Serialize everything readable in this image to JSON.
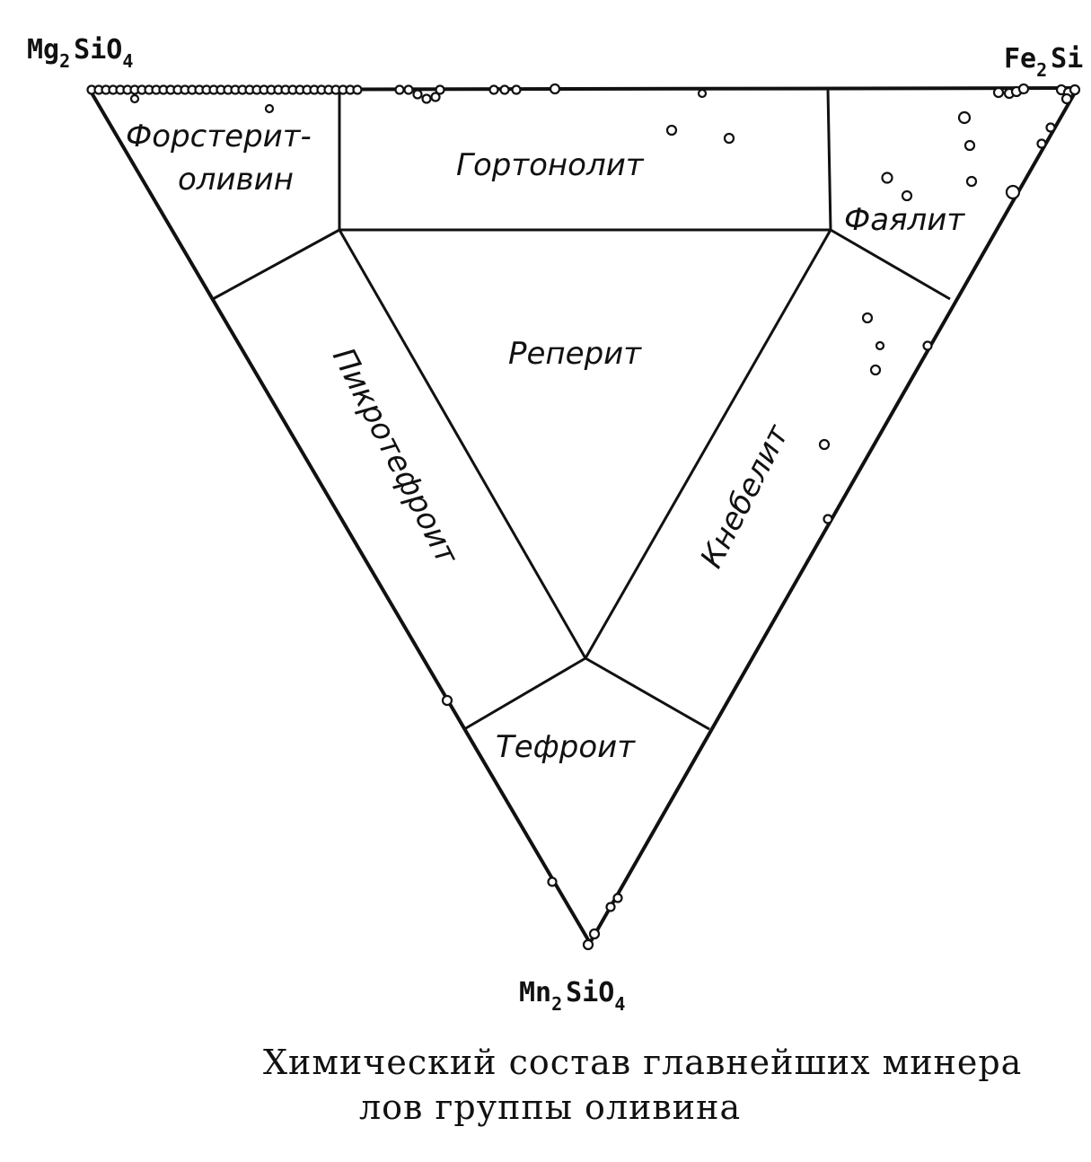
{
  "vertices": {
    "mg": {
      "base": "Mg",
      "sub": "2",
      "rest": "SiO",
      "sub2": "4"
    },
    "fe": {
      "base": "Fe",
      "sub": "2",
      "rest": "Si",
      "sub2": ""
    },
    "mn": {
      "base": "Mn",
      "sub": "2",
      "rest": "SiO",
      "sub2": "4"
    }
  },
  "regions": {
    "forsterite_line1": "Форстерит-",
    "forsterite_line2": "оливин",
    "hortonolite": "Гортонолит",
    "fayalite": "Фаялит",
    "reperite": "Реперит",
    "picrotephroite": "Пикротефроит",
    "knebelite": "Кнебелит",
    "tephroite": "Тефроит"
  },
  "caption": {
    "line1": "Химический состав главнейших минера",
    "line2": "лов группы оливина"
  }
}
